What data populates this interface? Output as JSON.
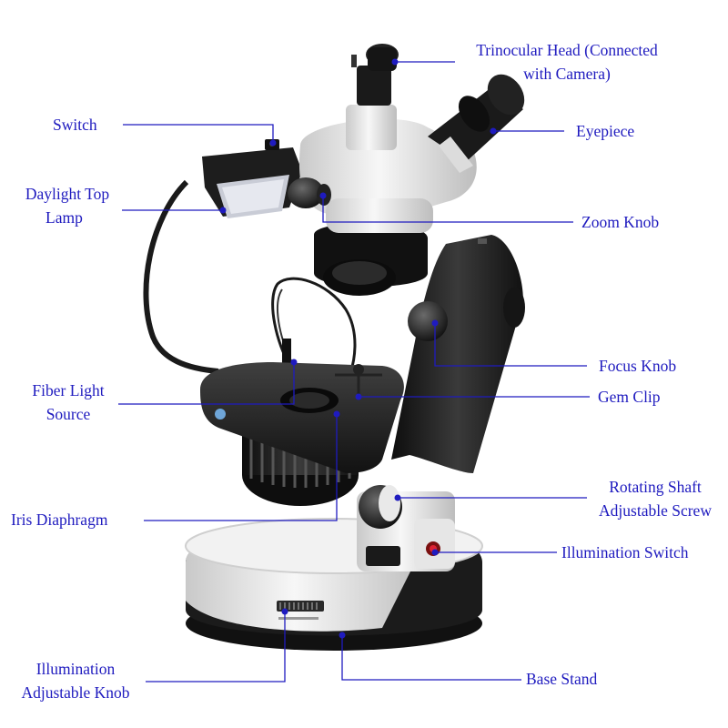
{
  "colors": {
    "label_text": "#1f1bbf",
    "leader_line": "#1f1bbf",
    "body_white": "#ececec",
    "body_black": "#1b1b1b"
  },
  "labels": {
    "trinocular_head": [
      "Trinocular Head (Connected",
      "with Camera)"
    ],
    "switch": "Switch",
    "eyepiece": "Eyepiece",
    "daylight_top_lamp": [
      "Daylight Top",
      "Lamp"
    ],
    "zoom_knob": "Zoom Knob",
    "focus_knob": "Focus Knob",
    "fiber_light_source": [
      "Fiber Light",
      "Source"
    ],
    "gem_clip": "Gem Clip",
    "rotating_shaft": [
      "Rotating Shaft",
      "Adjustable Screw"
    ],
    "iris_diaphragm": "Iris Diaphragm",
    "illumination_switch": "Illumination Switch",
    "illumination_knob": [
      "Illumination",
      "Adjustable Knob"
    ],
    "base_stand": "Base Stand"
  }
}
